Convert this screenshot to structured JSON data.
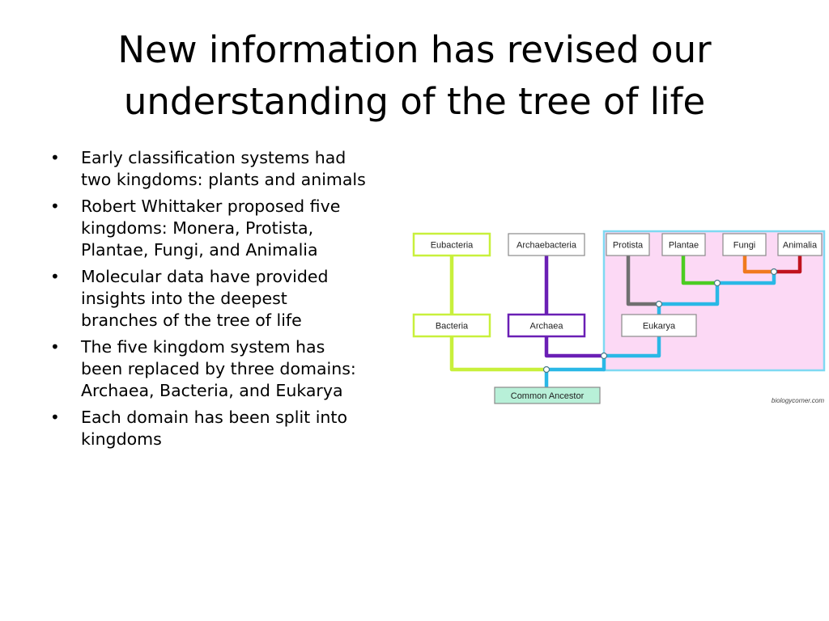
{
  "slide": {
    "title_lines": [
      "New information has revised our",
      "understanding of the tree of life"
    ],
    "bullet_char": "•",
    "bullets": [
      {
        "lines": [
          "Early classification systems had",
          "two kingdoms: plants and animals"
        ]
      },
      {
        "lines": [
          "Robert Whittaker proposed five",
          "kingdoms: Monera, Protista,",
          "Plantae, Fungi, and Animalia"
        ]
      },
      {
        "lines": [
          "Molecular data have provided",
          "insights into the deepest",
          "branches of the tree of life"
        ]
      },
      {
        "lines": [
          "The five kingdom system has",
          "been replaced by three domains:",
          "Archaea, Bacteria, and Eukarya"
        ]
      },
      {
        "lines": [
          "Each domain has been split into",
          "kingdoms"
        ]
      }
    ]
  },
  "diagram": {
    "nodes": {
      "eubacteria": "Eubacteria",
      "archaebacteria": "Archaebacteria",
      "protista": "Protista",
      "plantae": "Plantae",
      "fungi": "Fungi",
      "animalia": "Animalia",
      "bacteria": "Bacteria",
      "archaea": "Archaea",
      "eukarya": "Eukarya",
      "common_ancestor": "Common Ancestor"
    },
    "credit": "biologycorner.com",
    "colors": {
      "bacteria_branch": "#c8f03c",
      "archaea_branch": "#6a1fb5",
      "eukarya_branch": "#2ab8e6",
      "protista_branch": "#707070",
      "plantae_branch": "#4ccc22",
      "fungi_branch": "#f07a1e",
      "animalia_branch": "#c0141e",
      "eukarya_panel_fill": "#fcd9f5",
      "eukarya_panel_border": "#7fd9f2",
      "common_ancestor_fill": "#b8f0d8"
    }
  }
}
